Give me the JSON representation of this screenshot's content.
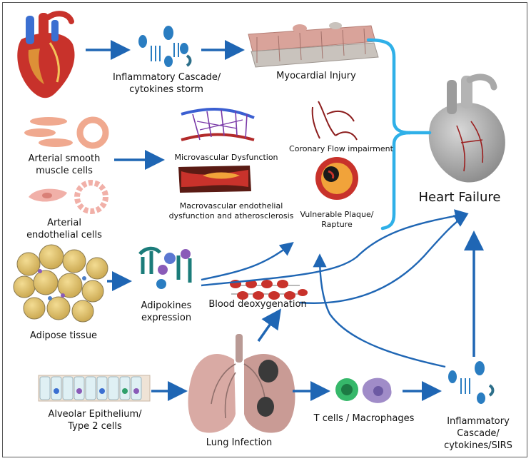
{
  "labels": {
    "inflammatory_top_1": "Inflammatory Cascade/",
    "inflammatory_top_2": "cytokines storm",
    "myocardial_injury": "Myocardial Injury",
    "coronary_flow": "Coronary Flow impairment",
    "vulnerable_plaque_1": "Vulnerable Plaque/",
    "vulnerable_plaque_2": "Rapture",
    "arterial_smooth_1": "Arterial smooth",
    "arterial_smooth_2": "muscle cells",
    "arterial_endo_1": "Arterial",
    "arterial_endo_2": "endothelial cells",
    "microvascular": "Microvascular Dysfunction",
    "macrovascular_1": "Macrovascular endothelial",
    "macrovascular_2": "dysfunction and atherosclerosis",
    "heart_failure": "Heart Failure",
    "adipose_tissue": "Adipose tissue",
    "adipokines_1": "Adipokines",
    "adipokines_2": "expression",
    "blood_deoxygenation": "Blood deoxygenation",
    "alveolar_1": "Alveolar Epithelium/",
    "alveolar_2": "Type 2 cells",
    "lung_infection": "Lung Infection",
    "t_cells": "T cells / Macrophages",
    "inflammatory_bottom_1": "Inflammatory",
    "inflammatory_bottom_2": "Cascade/",
    "inflammatory_bottom_3": "cytokines/SIRS"
  },
  "colors": {
    "arrow_blue": "#1f66b4",
    "brace_cyan": "#2fb0e8",
    "heart_red": "#c8322b",
    "heart_grey": "#8c8c8c",
    "muscle_pink": "#d9a39a",
    "cytokine_blue": "#2a7dc1",
    "adipose_yellow": "#e4c66b",
    "lung_pink": "#c99b95",
    "plaque_orange": "#f1a33a"
  }
}
